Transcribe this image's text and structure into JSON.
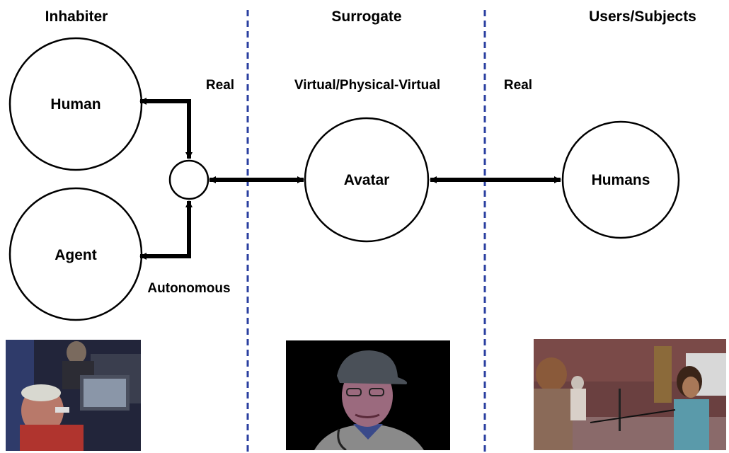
{
  "headers": {
    "inhabiter": "Inhabiter",
    "surrogate": "Surrogate",
    "users": "Users/Subjects"
  },
  "labels": {
    "real_left": "Real",
    "virtual": "Virtual/Physical-Virtual",
    "real_right": "Real",
    "autonomous": "Autonomous"
  },
  "nodes": {
    "human": "Human",
    "agent": "Agent",
    "avatar": "Avatar",
    "humans": "Humans"
  },
  "colors": {
    "divider": "#2a3fa0",
    "stroke": "#000000"
  },
  "icons": {
    "photo_inhabiter": "operator-with-headset-photo",
    "photo_surrogate": "avatar-face-photo",
    "photo_users": "conference-visitors-photo"
  }
}
